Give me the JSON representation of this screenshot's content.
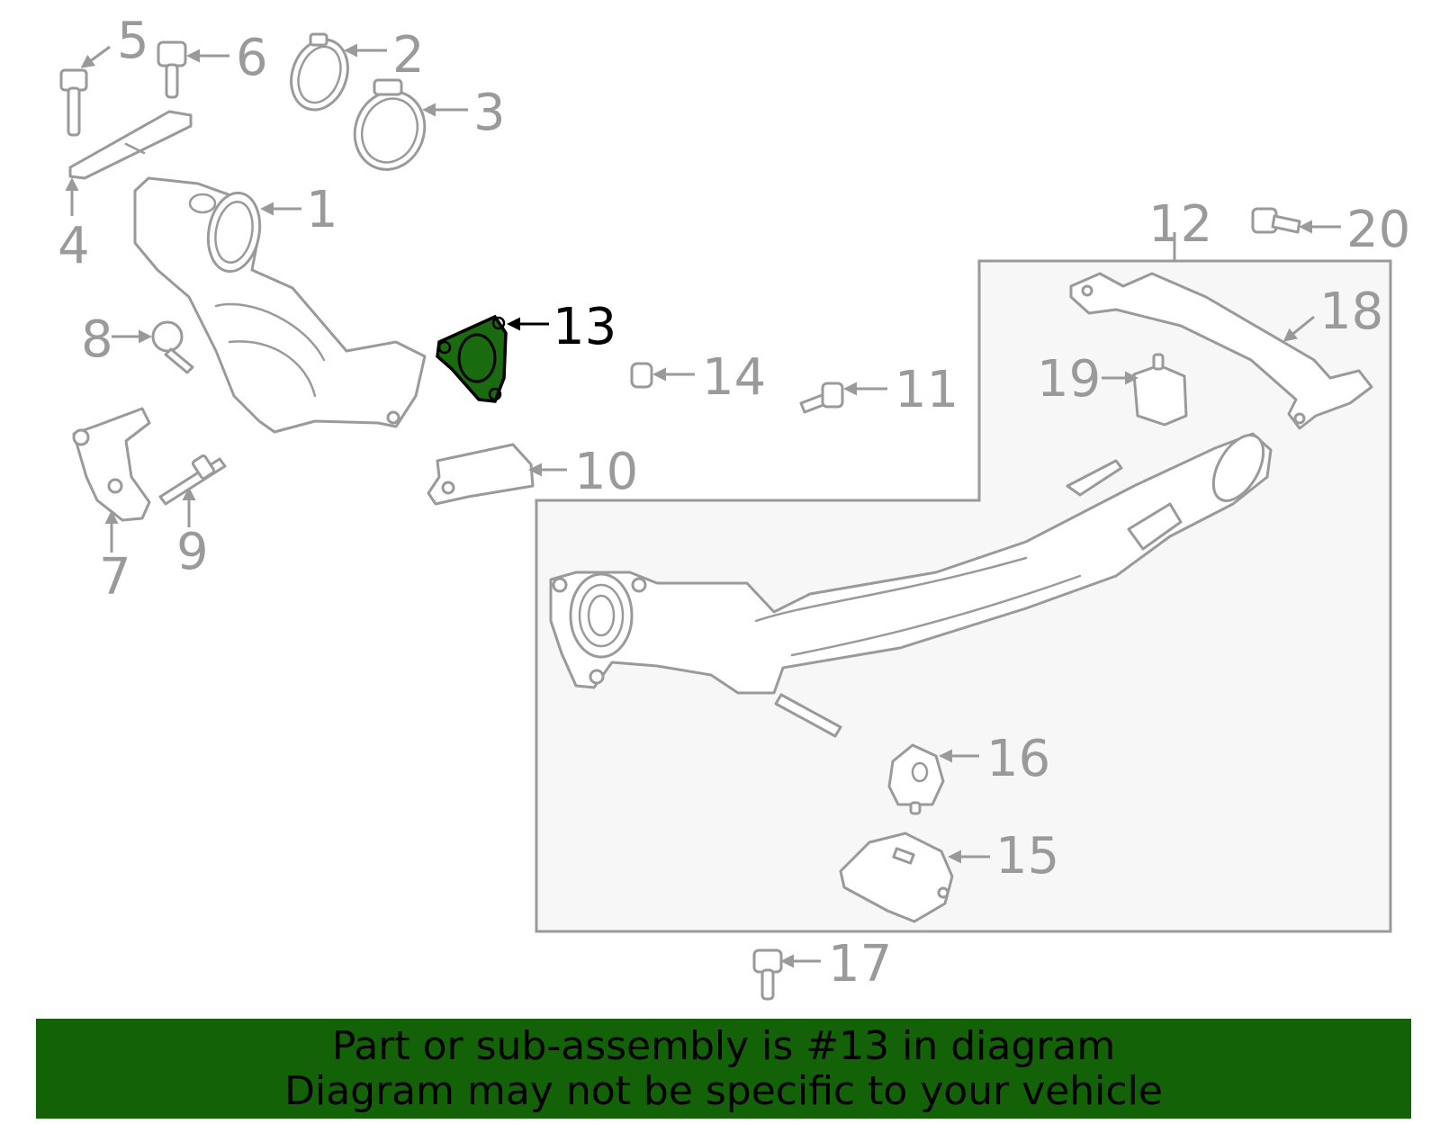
{
  "diagram": {
    "callouts": {
      "c1": "1",
      "c2": "2",
      "c3": "3",
      "c4": "4",
      "c5": "5",
      "c6": "6",
      "c7": "7",
      "c8": "8",
      "c9": "9",
      "c10": "10",
      "c11": "11",
      "c12": "12",
      "c13": "13",
      "c14": "14",
      "c15": "15",
      "c16": "16",
      "c17": "17",
      "c18": "18",
      "c19": "19",
      "c20": "20"
    },
    "highlighted_part": "13",
    "colors": {
      "highlight_fill": "#1a6a10",
      "line_gray": "#9a9a9a",
      "banner": "#136207"
    }
  },
  "banner": {
    "line1": "Part or sub-assembly is #13 in diagram",
    "line2": "Diagram may not be specific to your vehicle"
  }
}
